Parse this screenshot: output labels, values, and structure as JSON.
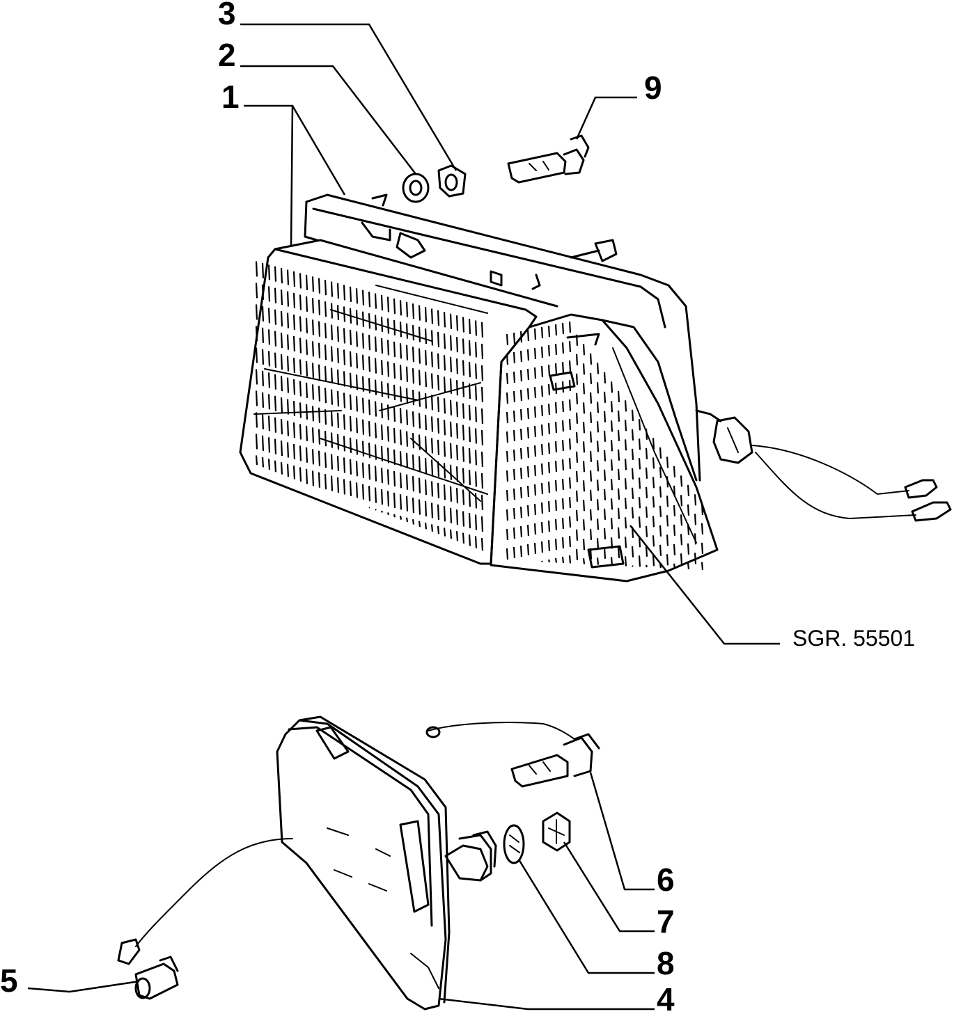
{
  "diagram": {
    "reference_code": "SGR. 55501",
    "callouts": [
      "1",
      "2",
      "3",
      "4",
      "5",
      "6",
      "7",
      "8",
      "9"
    ]
  }
}
